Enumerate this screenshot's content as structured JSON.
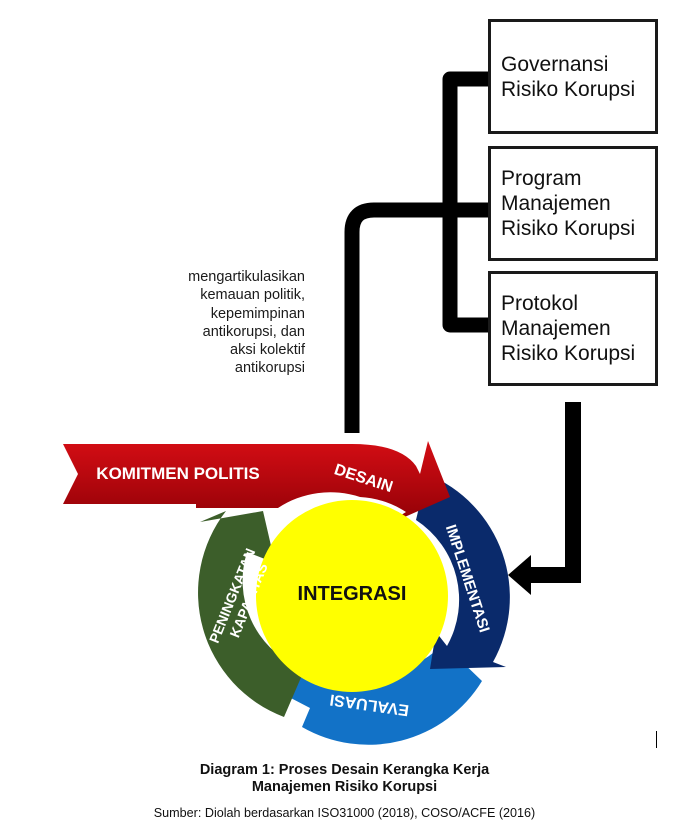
{
  "boxes": [
    {
      "text": "Governansi\nRisiko Korupsi"
    },
    {
      "text": "Program\nManajemen\nRisiko Korupsi"
    },
    {
      "text": "Protokol\nManajemen\nRisiko Korupsi"
    }
  ],
  "note": "mengartikulasikan\nkemauan politik,\nkepemimpinan\nantikorupsi, dan\naksi kolektif\nantikorupsi",
  "cycle": {
    "center_label": "INTEGRASI",
    "input_label": "KOMITMEN POLITIS",
    "stages": [
      {
        "label": "DESAIN",
        "color": "#c0000b"
      },
      {
        "label": "IMPLEMENTASI",
        "color": "#0a2a6b"
      },
      {
        "label": "EVALUASI",
        "color": "#1272c7"
      },
      {
        "label": "PENINGKATAN\nKAPASITAS",
        "color": "#3c5e2a"
      }
    ],
    "center_color": "#ffff00",
    "input_color": "#a50008"
  },
  "caption": {
    "title": "Diagram 1: Proses Desain Kerangka Kerja\nManajemen Risiko Korupsi",
    "source": "Sumber: Diolah berdasarkan ISO31000 (2018), COSO/ACFE (2016)"
  }
}
